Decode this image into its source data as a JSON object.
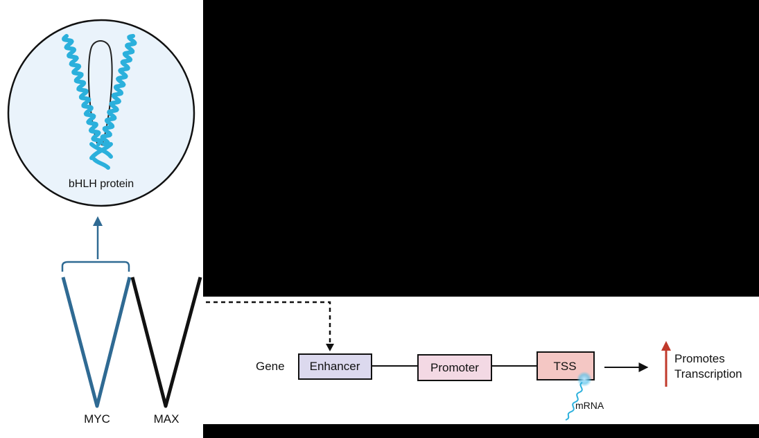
{
  "protein_label": "bHLH protein",
  "dimer": {
    "left_label": "MYC",
    "right_label": "MAX"
  },
  "gene": {
    "label": "Gene",
    "elements": [
      "Enhancer",
      "Promoter",
      "TSS"
    ],
    "transcript_label": "mRNA"
  },
  "outcome": {
    "line1": "Promotes",
    "line2": "Transcription"
  },
  "colors": {
    "myc": "#2f6a93",
    "max": "#111111",
    "helix": "#2bb0dc",
    "circle_fill": "#eaf3fb",
    "enhancer_fill": "#dcd9ee",
    "promoter_fill": "#f3d9e4",
    "tss_fill": "#f4c7c4",
    "up_arrow": "#c0392b",
    "pointer_arrow": "#2f6a93"
  }
}
